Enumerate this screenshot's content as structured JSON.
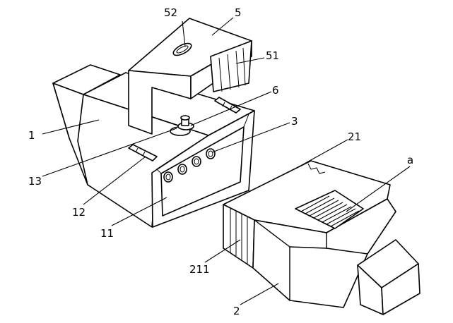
{
  "figure": {
    "labels": {
      "l1": "1",
      "l2": "2",
      "l3": "3",
      "l5": "5",
      "l6": "6",
      "l11": "11",
      "l12": "12",
      "l13": "13",
      "l21": "21",
      "l51": "51",
      "l52": "52",
      "l211": "211",
      "la": "a"
    }
  }
}
